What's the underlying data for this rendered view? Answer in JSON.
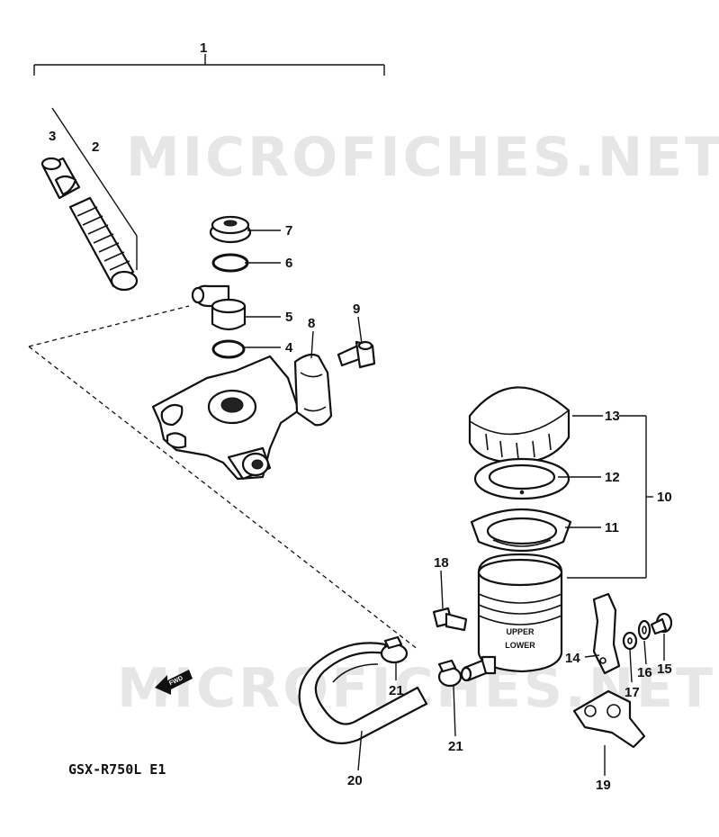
{
  "watermark": "MICROFICHES.NET",
  "model_label": "GSX-R750L E1",
  "fwd_label": "FWD",
  "reservoir_upper_mark": "UPPER",
  "reservoir_lower_mark": "LOWER",
  "callouts": {
    "p1": "1",
    "p2": "2",
    "p3": "3",
    "p4": "4",
    "p5": "5",
    "p6": "6",
    "p7": "7",
    "p8": "8",
    "p9": "9",
    "p10": "10",
    "p11": "11",
    "p12": "12",
    "p13": "13",
    "p14": "14",
    "p15": "15",
    "p16": "16",
    "p17": "17",
    "p18": "18",
    "p19": "19",
    "p20": "20",
    "p21a": "21",
    "p21b": "21"
  }
}
